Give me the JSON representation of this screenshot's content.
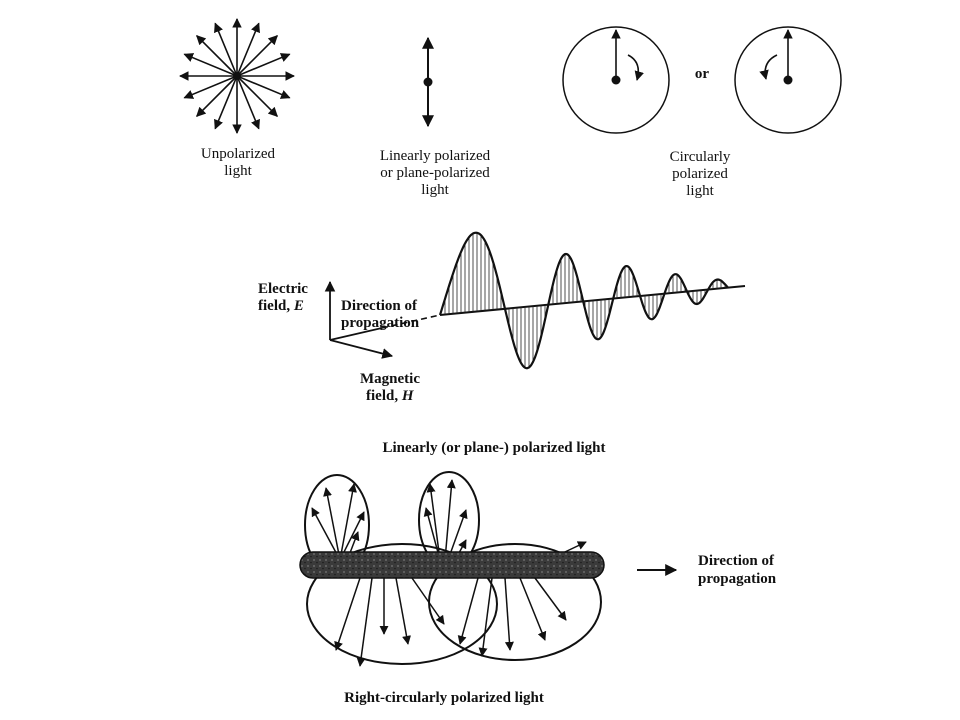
{
  "top": {
    "unpolarized": [
      "Unpolarized",
      "light"
    ],
    "linear": [
      "Linearly polarized",
      "or plane-polarized",
      "light"
    ],
    "or": "or",
    "circular": [
      "Circularly",
      "polarized",
      "light"
    ]
  },
  "wave": {
    "electric": [
      "Electric",
      "field, ",
      "E"
    ],
    "magnetic": [
      "Magnetic",
      "field, ",
      "H"
    ],
    "direction": [
      "Direction of",
      "propagation"
    ],
    "caption": "Linearly (or plane-) polarized light"
  },
  "circular_wave": {
    "direction": [
      "Direction of",
      "propagation"
    ],
    "caption": "Right-circularly polarized light"
  }
}
